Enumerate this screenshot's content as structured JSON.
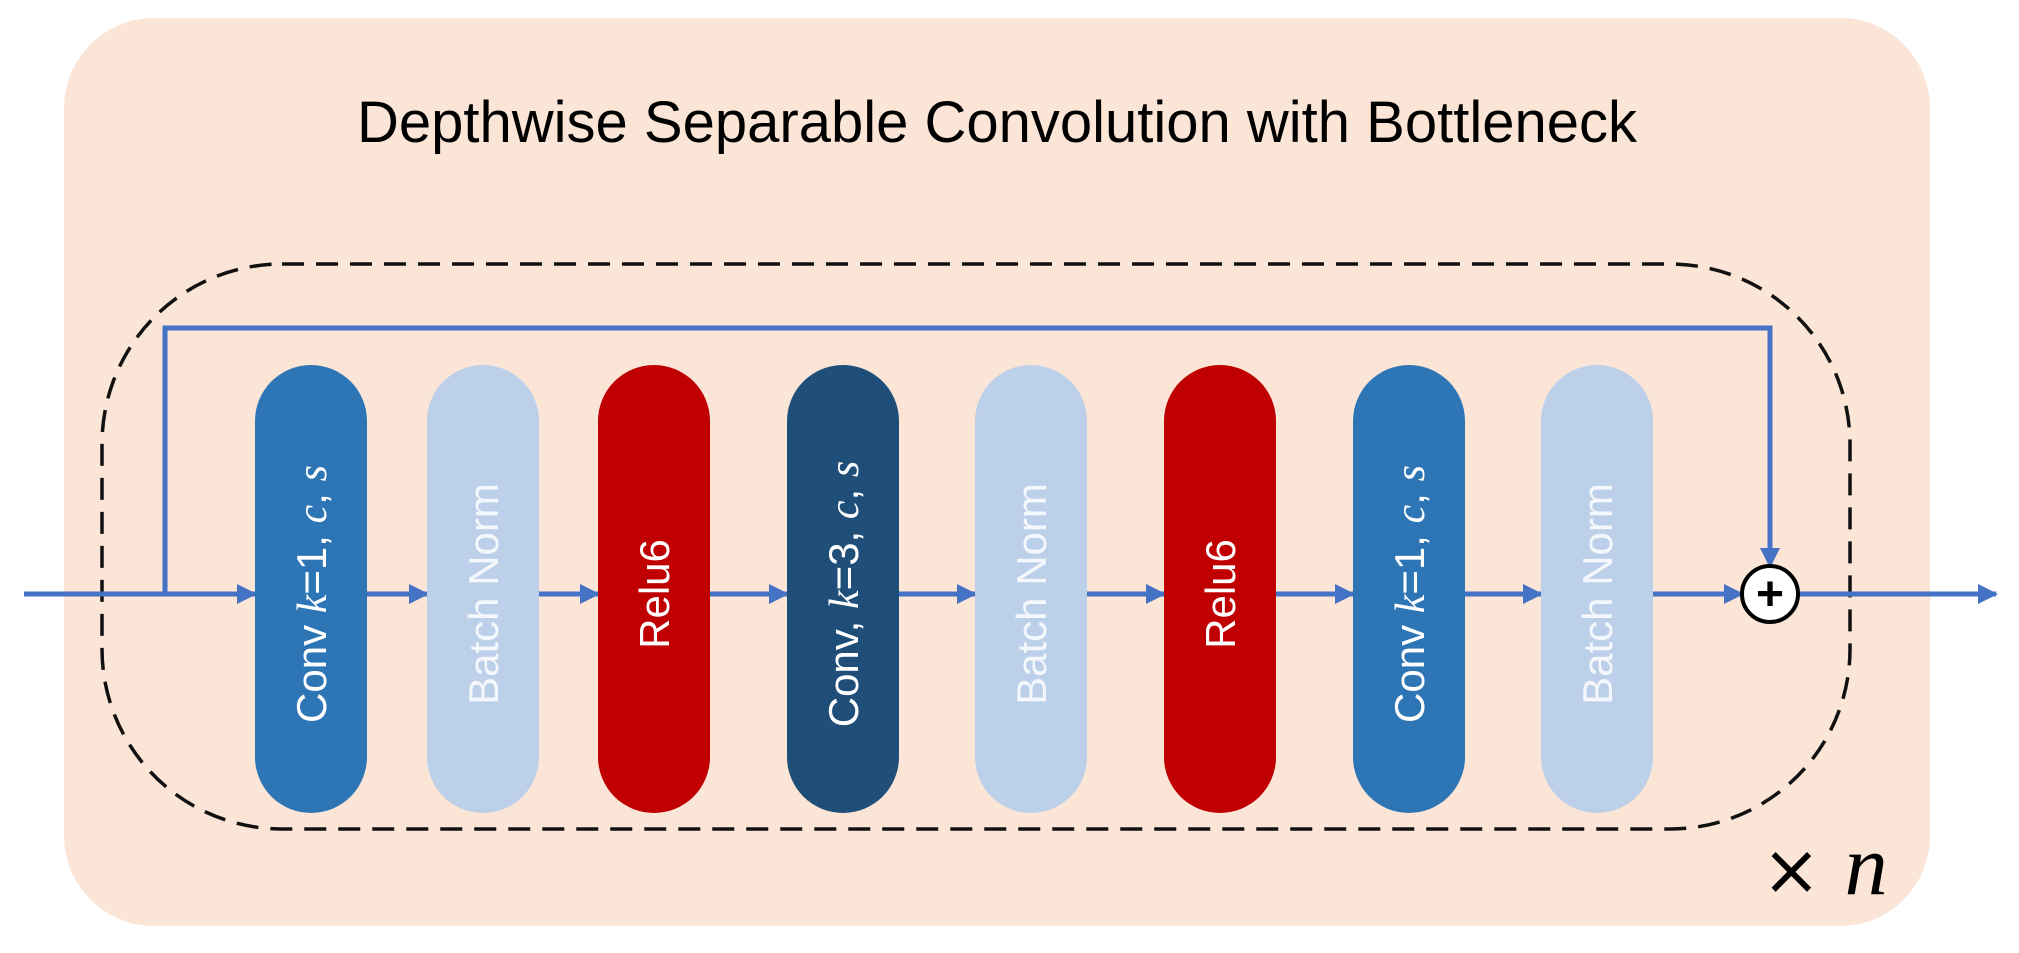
{
  "diagram": {
    "title": "Depthwise Separable Convolution with Bottleneck",
    "repeat_label": {
      "symbol": "×",
      "variable": "n"
    },
    "colors": {
      "background_panel": "#fae5d6",
      "arrow": "#4472c4",
      "dashed_border": "#111111",
      "conv": "#2e75b6",
      "conv_depthwise": "#1f4e79",
      "batch_norm": "#bdd0e9",
      "relu": "#c00000",
      "batch_norm_text": "#f4f7fc",
      "block_text": "#ffffff"
    },
    "blocks": [
      {
        "id": "conv1",
        "type": "conv",
        "parts": [
          {
            "t": "Conv "
          },
          {
            "t": "k",
            "i": true
          },
          {
            "t": "=1, "
          },
          {
            "t": "c",
            "i": true
          },
          {
            "t": ", "
          },
          {
            "t": "s",
            "i": true
          }
        ]
      },
      {
        "id": "bn1",
        "type": "batch_norm",
        "parts": [
          {
            "t": "Batch Norm"
          }
        ]
      },
      {
        "id": "relu1",
        "type": "relu",
        "parts": [
          {
            "t": "Relu6"
          }
        ]
      },
      {
        "id": "conv2",
        "type": "conv_depthwise",
        "parts": [
          {
            "t": "Conv, "
          },
          {
            "t": "k",
            "i": true
          },
          {
            "t": "=3, "
          },
          {
            "t": "c",
            "i": true
          },
          {
            "t": ", "
          },
          {
            "t": "s",
            "i": true
          }
        ]
      },
      {
        "id": "bn2",
        "type": "batch_norm",
        "parts": [
          {
            "t": "Batch Norm"
          }
        ]
      },
      {
        "id": "relu2",
        "type": "relu",
        "parts": [
          {
            "t": "Relu6"
          }
        ]
      },
      {
        "id": "conv3",
        "type": "conv",
        "parts": [
          {
            "t": "Conv "
          },
          {
            "t": "k",
            "i": true
          },
          {
            "t": "=1, "
          },
          {
            "t": "c",
            "i": true
          },
          {
            "t": ", "
          },
          {
            "t": "s",
            "i": true
          }
        ]
      },
      {
        "id": "bn3",
        "type": "batch_norm",
        "parts": [
          {
            "t": "Batch Norm"
          }
        ]
      }
    ],
    "add_node": {
      "symbol": "+"
    }
  }
}
